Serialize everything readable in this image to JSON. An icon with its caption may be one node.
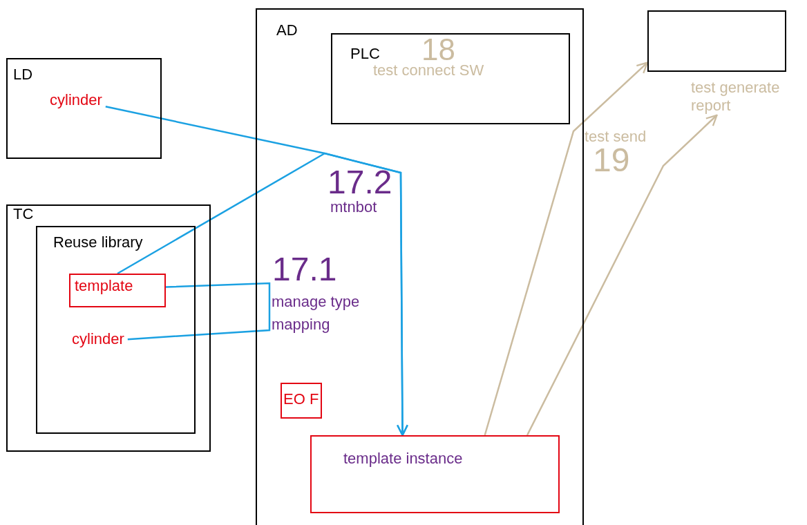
{
  "diagram": {
    "nodes": [
      {
        "text": [
          "AD"
        ]
      },
      {
        "text": [
          "PLC"
        ],
        "in": 0
      },
      {
        "text": [],
        "shape": "box"
      },
      {
        "text": [
          "test generate report"
        ]
      },
      {
        "text": [
          "LD"
        ]
      },
      {
        "text": [
          "cylinder"
        ],
        "in": 4
      },
      {
        "text": [
          "TC"
        ]
      },
      {
        "text": [
          "Reuse library"
        ],
        "in": 6
      },
      {
        "text": [
          "template"
        ],
        "in": 7
      },
      {
        "text": [
          "cylinder"
        ],
        "in": 7
      },
      {
        "text": [
          "EO F"
        ],
        "in": 0
      },
      {
        "text": [
          "template instance"
        ],
        "in": 0
      }
    ],
    "edges": [
      {
        "from": 5,
        "to": 11,
        "arrow": "to"
      },
      {
        "from": 8,
        "to": 11,
        "arrow": "to"
      },
      {
        "from": 8,
        "to": 9,
        "arrow": "none"
      },
      {
        "from": 11,
        "to": 2,
        "arrow": "to",
        "color": "#cbbca0"
      },
      {
        "from": 11,
        "to": 3,
        "arrow": "to",
        "color": "#cbbca0"
      }
    ],
    "labels": [
      "18",
      "test connect SW",
      "test send",
      "19",
      "17.2",
      "mtnbot",
      "17.1",
      "manage type mapping"
    ]
  }
}
